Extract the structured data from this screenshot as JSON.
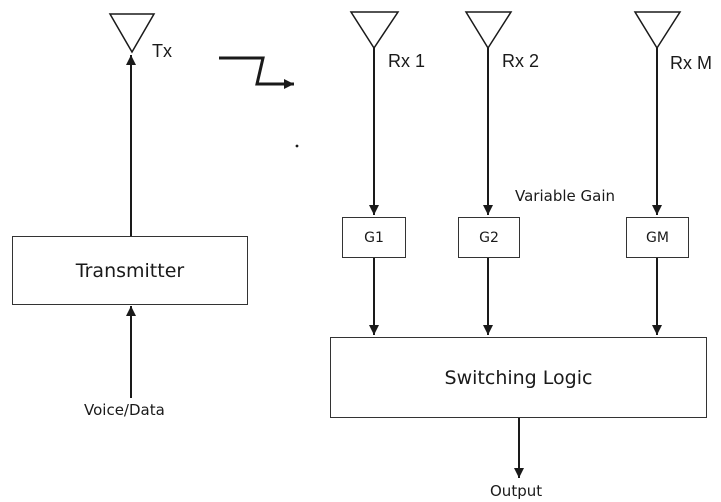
{
  "colors": {
    "stroke": "#1a1a1a",
    "background": "#ffffff"
  },
  "transmit_side": {
    "antenna_label": "Tx",
    "block_label": "Transmitter",
    "input_label": "Voice/Data"
  },
  "receive_side": {
    "antennas": [
      {
        "label": "Rx 1",
        "gain_label": "G1"
      },
      {
        "label": "Rx 2",
        "gain_label": "G2"
      },
      {
        "label": "Rx M",
        "gain_label": "GM"
      }
    ],
    "gain_stage_label": "Variable Gain",
    "combiner_label": "Switching Logic",
    "output_label": "Output"
  }
}
